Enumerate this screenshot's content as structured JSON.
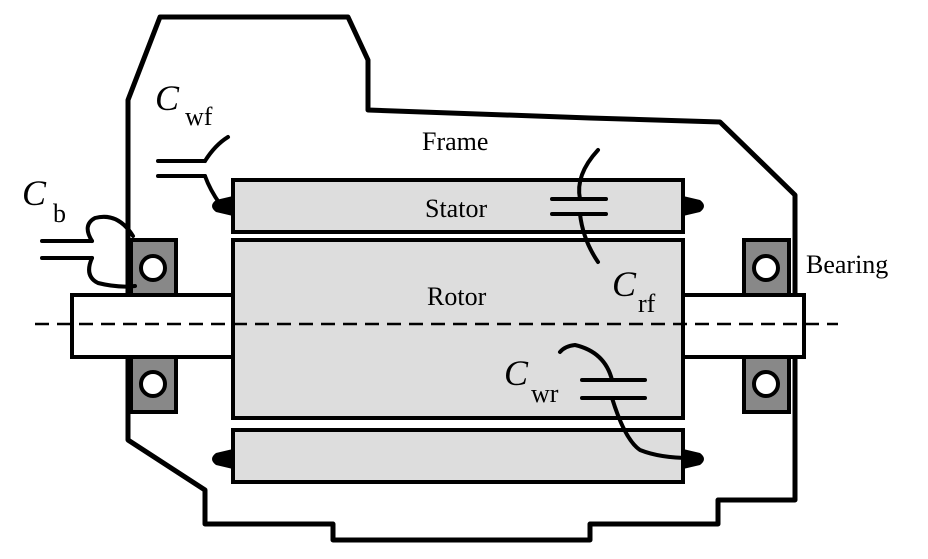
{
  "diagram": {
    "colors": {
      "line": "#000000",
      "core_fill": "#dddddd",
      "bearing_fill": "#888888",
      "background": "#ffffff"
    },
    "labels": {
      "frame": "Frame",
      "stator": "Stator",
      "rotor": "Rotor",
      "bearing": "Bearing"
    },
    "capacitances": {
      "wf": {
        "symbol": "C",
        "subscript": "wf"
      },
      "b": {
        "symbol": "C",
        "subscript": "b"
      },
      "rf": {
        "symbol": "C",
        "subscript": "rf"
      },
      "wr": {
        "symbol": "C",
        "subscript": "wr"
      }
    }
  }
}
